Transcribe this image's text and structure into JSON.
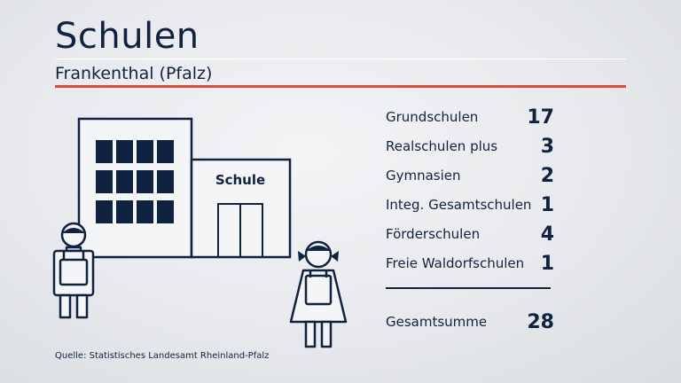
{
  "title": "Schulen",
  "subtitle": "Frankenthal (Pfalz)",
  "illustration": {
    "building_sign": "Schule"
  },
  "stats": [
    {
      "label": "Grundschulen",
      "value": "17"
    },
    {
      "label": "Realschulen plus",
      "value": "3"
    },
    {
      "label": "Gymnasien",
      "value": "2"
    },
    {
      "label": "Integ. Gesamtschulen",
      "value": "1"
    },
    {
      "label": "Förderschulen",
      "value": "4"
    },
    {
      "label": "Freie Waldorfschulen",
      "value": "1"
    }
  ],
  "total": {
    "label": "Gesamtsumme",
    "value": "28"
  },
  "source": "Quelle: Statistisches Landesamt Rheinland-Pfalz",
  "colors": {
    "navy": "#0f2340",
    "accent_red": "#e04a3a"
  }
}
